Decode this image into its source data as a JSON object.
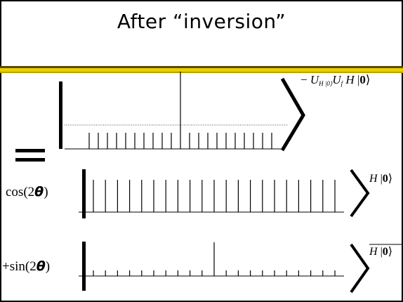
{
  "slide": {
    "title": "After “inversion”",
    "equals_sign": "=",
    "row1": {
      "ket_label_prefix": "−",
      "U": "U",
      "U_sub": "H |0⟩",
      "U2": "U",
      "U2_sub": "f",
      "H": "H",
      "ket_open": "|",
      "ket_zero": "0",
      "ket_close": "⟩",
      "num_lines": 21,
      "raised_index": 10
    },
    "row2": {
      "coef_func": "cos",
      "coef_arg_open": "(2",
      "coef_theta": "θ",
      "coef_arg_close": ")",
      "ket_H": "H",
      "ket_open": "|",
      "ket_zero": "0",
      "ket_close": "⟩",
      "num_lines": 21
    },
    "row3": {
      "coef_sign": "+",
      "coef_func": "sin",
      "coef_arg_open": "(2",
      "coef_theta": "θ",
      "coef_arg_close": ")",
      "ket_H": "H",
      "ket_open": "|",
      "ket_zero": "0",
      "ket_close": "⟩",
      "overline": true,
      "num_lines": 21,
      "raised_index": 10
    }
  },
  "colors": {
    "border": "#000000",
    "bar_yellow": "#e8d000",
    "bar_dark": "#5a4a00",
    "ink": "#000000",
    "dotted": "#555555"
  }
}
